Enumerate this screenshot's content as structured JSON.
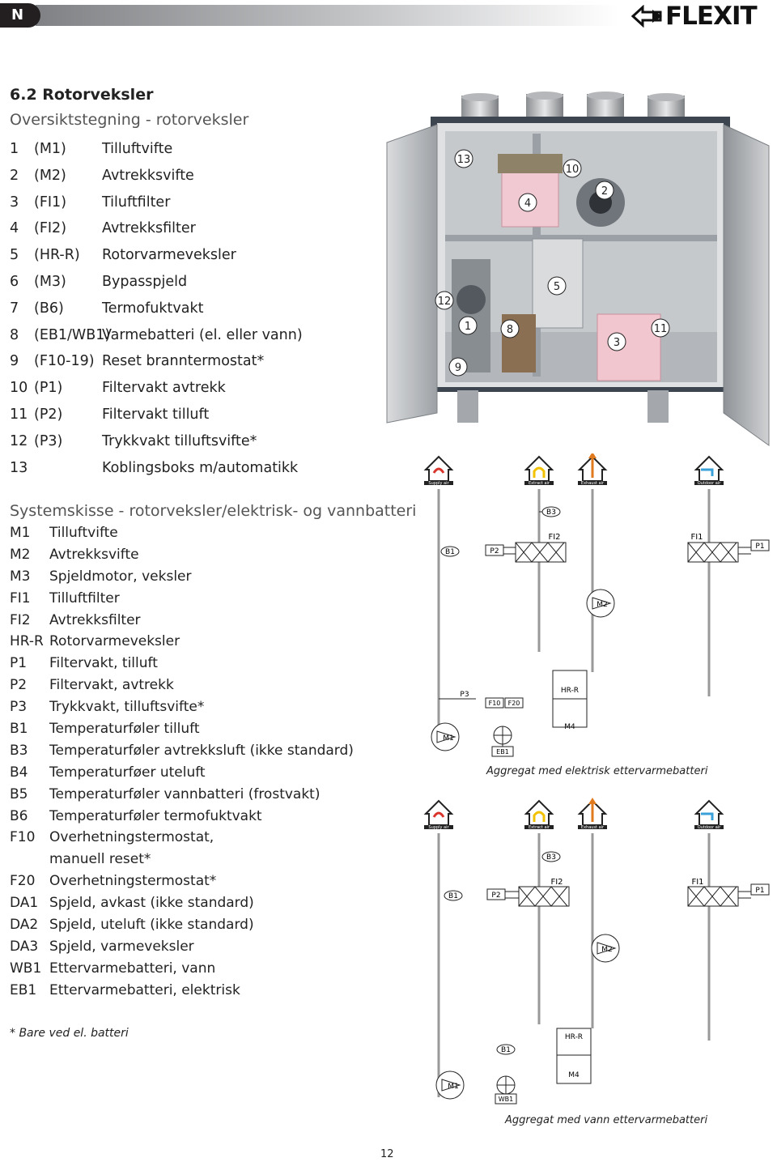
{
  "header": {
    "section_badge": "N",
    "brand": "FLEXIT"
  },
  "section": {
    "title": "6.2  Rotorveksler",
    "subtitle": "Oversiktstegning - rotorveksler"
  },
  "components": [
    {
      "num": "1",
      "code": "(M1)",
      "desc": "Tilluftvifte"
    },
    {
      "num": "2",
      "code": "(M2)",
      "desc": "Avtrekksvifte"
    },
    {
      "num": "3",
      "code": "(FI1)",
      "desc": "Tiluftfilter"
    },
    {
      "num": "4",
      "code": "(FI2)",
      "desc": "Avtrekksfilter"
    },
    {
      "num": "5",
      "code": " (HR-R)",
      "desc": "Rotorvarmeveksler"
    },
    {
      "num": "6",
      "code": "(M3)",
      "desc": "Bypasspjeld"
    },
    {
      "num": "7",
      "code": "(B6)",
      "desc": "Termofuktvakt"
    },
    {
      "num": "8",
      "code": "(EB1/WB1)",
      "desc": "Varmebatteri (el. eller vann)"
    },
    {
      "num": "9",
      "code": "(F10-19)",
      "desc": "Reset branntermostat*"
    },
    {
      "num": "10",
      "code": "(P1)",
      "desc": "Filtervakt avtrekk"
    },
    {
      "num": "11",
      "code": "(P2)",
      "desc": "Filtervakt tilluft"
    },
    {
      "num": "12",
      "code": "(P3)",
      "desc": "Trykkvakt tilluftsvifte*"
    },
    {
      "num": "13",
      "code": "",
      "desc": "Koblingsboks m/automatikk"
    }
  ],
  "system": {
    "title": "Systemskisse - rotorveksler/elektrisk- og vannbatteri",
    "items": [
      {
        "code": "M1",
        "desc": "Tilluftvifte"
      },
      {
        "code": "M2",
        "desc": "Avtrekksvifte"
      },
      {
        "code": "M3",
        "desc": "Spjeldmotor, veksler"
      },
      {
        "code": "FI1",
        "desc": "Tilluftfilter"
      },
      {
        "code": "FI2",
        "desc": "Avtrekksfilter"
      },
      {
        "code": "HR-R",
        "desc": "Rotorvarmeveksler"
      },
      {
        "code": "P1",
        "desc": "Filtervakt, tilluft"
      },
      {
        "code": "P2",
        "desc": "Filtervakt, avtrekk"
      },
      {
        "code": "P3",
        "desc": "Trykkvakt, tilluftsvifte*"
      },
      {
        "code": "B1",
        "desc": "Temperaturføler tilluft"
      },
      {
        "code": "B3",
        "desc": "Temperaturføler avtrekksluft (ikke standard)"
      },
      {
        "code": "B4",
        "desc": "Temperaturføer uteluft"
      },
      {
        "code": "B5",
        "desc": "Temperaturføler vannbatteri (frostvakt)"
      },
      {
        "code": "B6",
        "desc": "Temperaturføler termofuktvakt"
      },
      {
        "code": "F10",
        "desc": "Overhetningstermostat,"
      },
      {
        "code": "",
        "desc": "manuell reset*"
      },
      {
        "code": "F20",
        "desc": "Overhetningstermostat*"
      },
      {
        "code": "DA1",
        "desc": "Spjeld, avkast (ikke standard)"
      },
      {
        "code": "DA2",
        "desc": "Spjeld, uteluft (ikke standard)"
      },
      {
        "code": "DA3",
        "desc": "Spjeld, varmeveksler"
      },
      {
        "code": "WB1",
        "desc": "Ettervarmebatteri, vann"
      },
      {
        "code": "EB1",
        "desc": "Ettervarmebatteri, elektrisk"
      }
    ]
  },
  "footnote": "* Bare ved el. batteri",
  "page_number": "12",
  "photo_callouts": [
    "13",
    "10",
    "2",
    "4",
    "5",
    "12",
    "1",
    "8",
    "3",
    "11",
    "9"
  ],
  "diagram": {
    "air_labels": [
      "Supply air",
      "Extract air",
      "Exhaust air",
      "Outdoor air"
    ],
    "labels": {
      "b3": "B3",
      "b1": "B1",
      "p2": "P2",
      "fi2": "FI2",
      "fi1": "FI1",
      "p1": "P1",
      "m2": "M2",
      "p3": "P3",
      "hr": "HR-R",
      "f10": "F10",
      "f20": "F20",
      "m1": "M1",
      "m4": "M4",
      "eb1": "EB1",
      "wb1": "WB1"
    },
    "caption_electric": "Aggregat med elektrisk ettervarmebatteri",
    "caption_water": "Aggregat med vann ettervarmebatteri"
  }
}
